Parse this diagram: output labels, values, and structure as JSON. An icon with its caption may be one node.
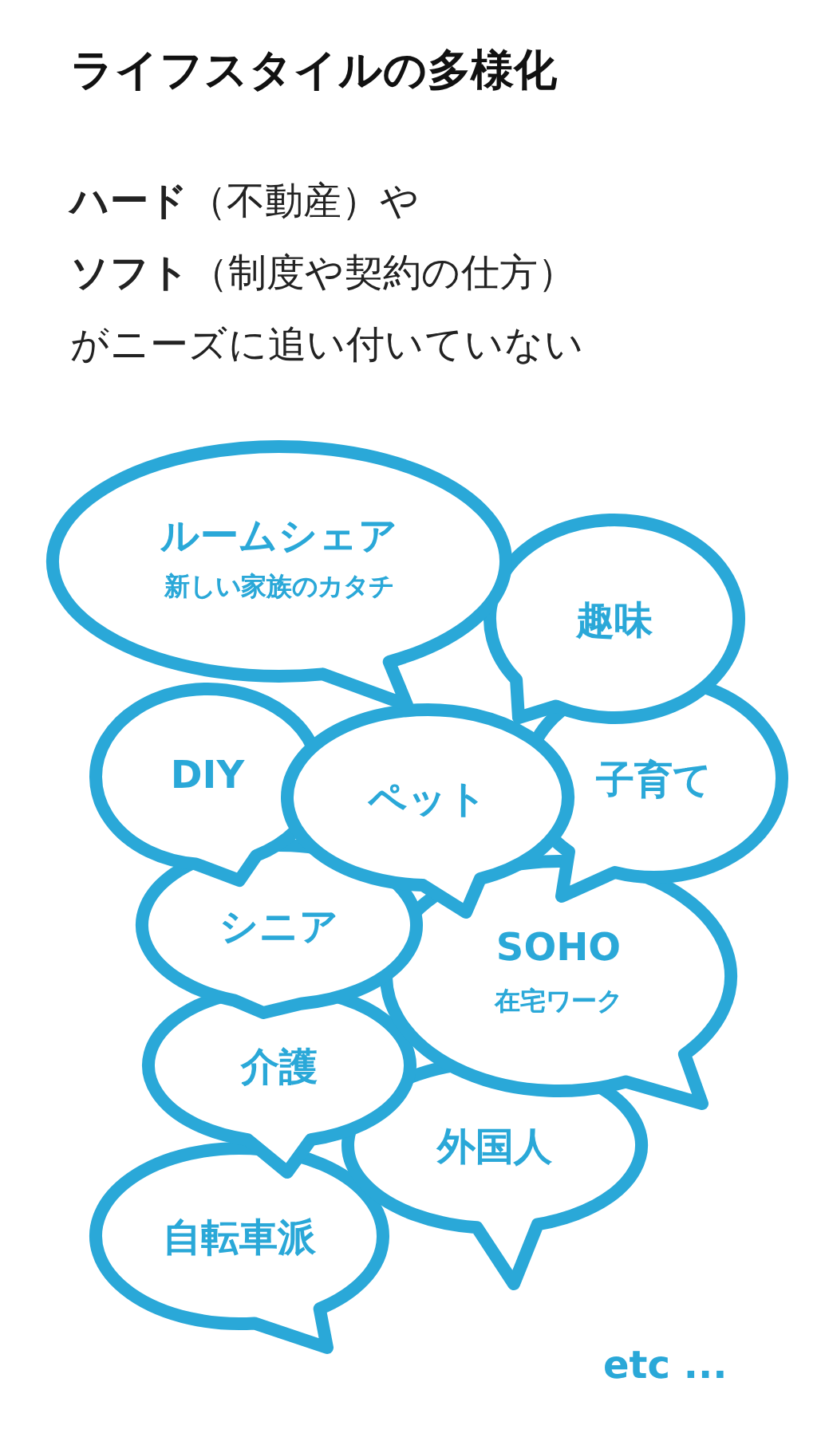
{
  "diagram": {
    "title": "ライフスタイルの多様化",
    "nodes": [
      {
        "text": [
          "自転車派"
        ]
      },
      {
        "text": [
          "外国人"
        ]
      },
      {
        "text": [
          "介護"
        ]
      },
      {
        "text": [
          "SOHO",
          "在宅ワーク"
        ]
      },
      {
        "text": [
          "シニア"
        ]
      },
      {
        "text": [
          "子育て"
        ]
      },
      {
        "text": [
          "DIY"
        ]
      },
      {
        "text": [
          "ペット"
        ]
      },
      {
        "text": [
          "趣味"
        ]
      },
      {
        "text": [
          "ルームシェア",
          "新しい家族のカタチ"
        ]
      }
    ],
    "edges": [],
    "labels": [
      "**ハード**（不動産）や",
      "**ソフト**（制度や契約の仕方）",
      "がニーズに追い付いていない",
      "etc ..."
    ]
  }
}
